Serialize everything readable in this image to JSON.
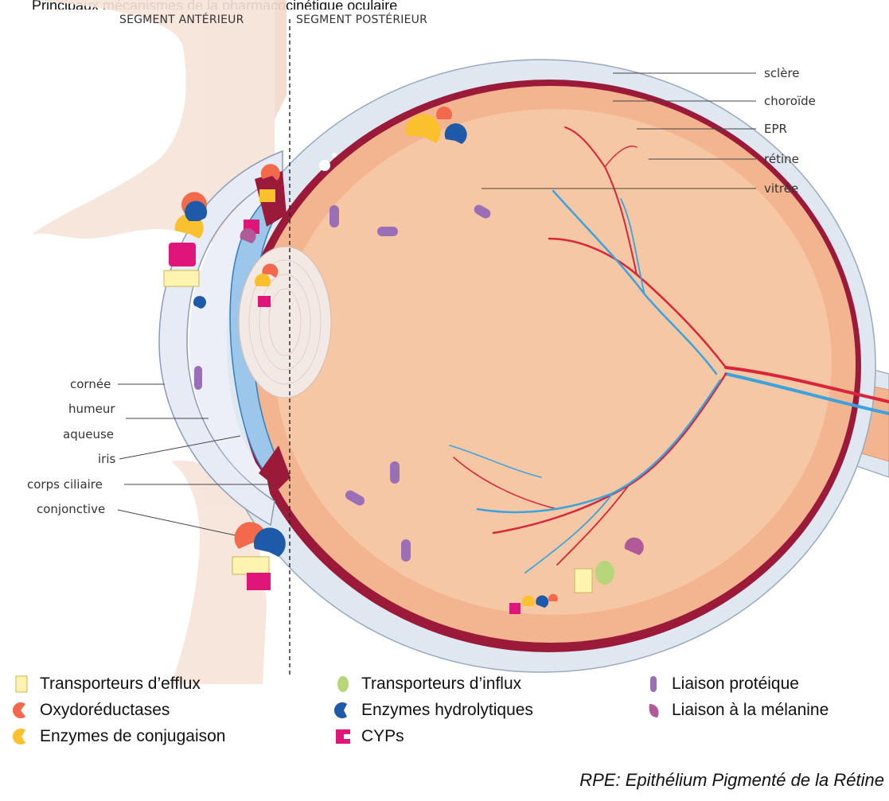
{
  "top_clipped_text": "Principaux mécanismes de la pharmacocinétique oculaire",
  "segments": {
    "anterior": "SEGMENT ANTÉRIEUR",
    "posterior": "SEGMENT POSTÉRIEUR"
  },
  "right_labels": {
    "sclera": "sclère",
    "choroid": "choroïde",
    "rpe": "EPR",
    "retina": "rétine",
    "vitreous": "vitrée"
  },
  "left_labels": {
    "cornea": "cornée",
    "aqueous_1": "humeur",
    "aqueous_2": "aqueuse",
    "iris": "iris",
    "ciliary": "corps ciliaire",
    "conjunctiva": "conjonctive"
  },
  "legend": [
    {
      "key": "efflux",
      "label": "Transporteurs d’efflux",
      "icon": "efflux-transporter-icon",
      "color": "#fff3b0"
    },
    {
      "key": "oxido",
      "label": "Oxydoréductases",
      "icon": "oxidoreductase-icon",
      "color": "#f26a4b"
    },
    {
      "key": "conj",
      "label": "Enzymes de conjugaison",
      "icon": "conjugation-enzyme-icon",
      "color": "#fbc02d"
    },
    {
      "key": "influx",
      "label": "Transporteurs d’influx",
      "icon": "influx-transporter-icon",
      "color": "#b7d67a"
    },
    {
      "key": "hydro",
      "label": "Enzymes hydrolytiques",
      "icon": "hydrolytic-enzyme-icon",
      "color": "#1e5aa8"
    },
    {
      "key": "cyp",
      "label": "CYPs",
      "icon": "cyp-icon",
      "color": "#e0157a"
    },
    {
      "key": "protein",
      "label": "Liaison protéique",
      "icon": "protein-binding-icon",
      "color": "#9b6fb5"
    },
    {
      "key": "melanin",
      "label": "Liaison à la mélanine",
      "icon": "melanin-binding-icon",
      "color": "#b05a9a"
    }
  ],
  "caption": "RPE: Epithélium Pigmenté de la Rétine",
  "colors": {
    "sclera": "#dfe7f1",
    "choroid": "#9b1a3a",
    "retina": "#f2b58f",
    "vitreous": "#f6c7a4",
    "artery": "#d8253a",
    "vein": "#3aa3de",
    "face": "#f6e2d6"
  }
}
